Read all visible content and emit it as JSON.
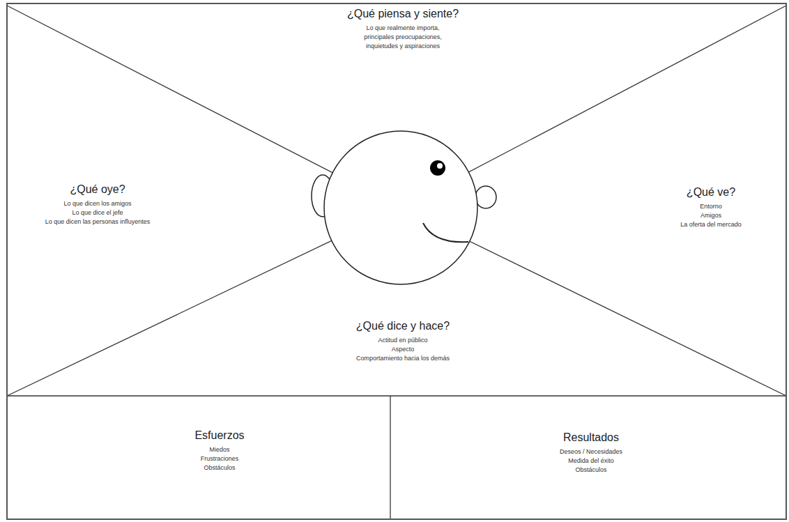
{
  "diagram": {
    "nodes": [
      {
        "text": [
          "¿Qué piensa y siente?",
          "Lo que realmente importa, principales preocupaciones, inquietudes y aspiraciones"
        ]
      },
      {
        "text": [
          "¿Qué oye?",
          "Lo que dicen los amigos",
          "Lo que dice el jefe",
          "Lo que dicen las personas influyentes"
        ]
      },
      {
        "text": [
          "¿Qué ve?",
          "Entorno",
          "Amigos",
          "La oferta del mercado"
        ]
      },
      {
        "text": [
          "¿Qué dice y hace?",
          "Actitud en público",
          "Aspecto",
          "Comportamiento hacia los demás"
        ]
      },
      {
        "text": [
          "Esfuerzos",
          "Miedos",
          "Frustraciones",
          "Obstáculos"
        ]
      },
      {
        "text": [
          "Resultados",
          "Deseos / Necesidades",
          "Medida del éxito",
          "Obstáculos"
        ]
      }
    ]
  }
}
